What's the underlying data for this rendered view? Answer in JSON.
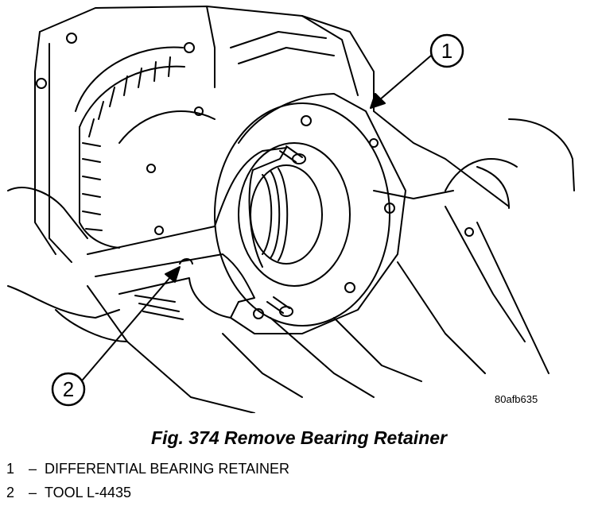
{
  "figure": {
    "image_code": "80afb635",
    "callouts": [
      {
        "number": "1"
      },
      {
        "number": "2"
      }
    ]
  },
  "caption": "Fig. 374 Remove Bearing Retainer",
  "legend": [
    {
      "number": "1",
      "separator": "–",
      "text": "DIFFERENTIAL BEARING RETAINER"
    },
    {
      "number": "2",
      "separator": "–",
      "text": "TOOL L-4435"
    }
  ]
}
